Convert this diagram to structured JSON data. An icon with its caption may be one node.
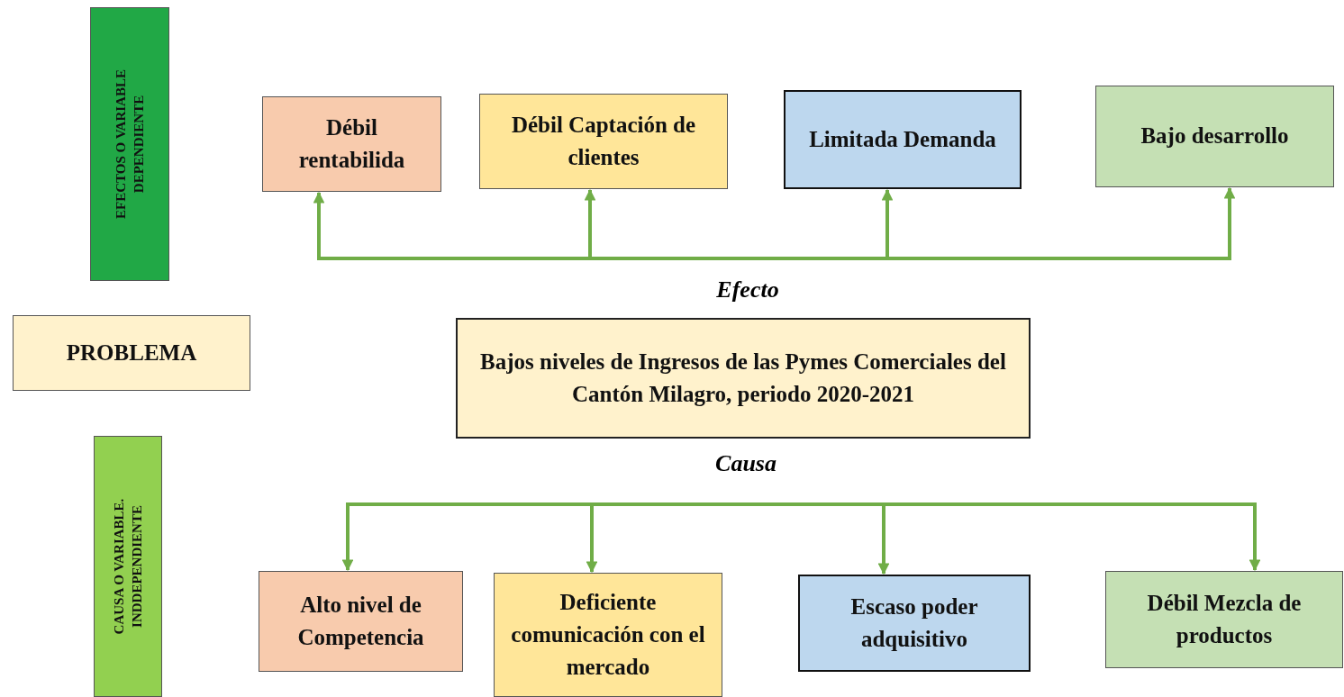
{
  "diagram": {
    "nodes": [
      {
        "text": [
          "EFECTOS O VARIABLE DEPENDIENTE"
        ]
      },
      {
        "text": [
          "Débil rentabilida"
        ]
      },
      {
        "text": [
          "Débil Captación de clientes"
        ]
      },
      {
        "text": [
          "Limitada Demanda"
        ]
      },
      {
        "text": [
          "Bajo desarrollo"
        ]
      },
      {
        "text": [
          "PROBLEMA"
        ]
      },
      {
        "text": [
          "Bajos niveles de Ingresos de las Pymes Comerciales del Cantón Milagro, periodo 2020-2021"
        ]
      },
      {
        "text": [
          "CAUSA O VARIABLE. INDDEPENDIENTE"
        ]
      },
      {
        "text": [
          "Alto nivel de Competencia"
        ]
      },
      {
        "text": [
          "Deficiente comunicación con el mercado"
        ]
      },
      {
        "text": [
          "Escaso poder adquisitivo"
        ]
      },
      {
        "text": [
          "Débil Mezcla de productos"
        ]
      }
    ],
    "edges": [
      {
        "from": null,
        "to": 1,
        "arrow": "to"
      },
      {
        "from": null,
        "to": 2,
        "arrow": "to"
      },
      {
        "from": null,
        "to": 3,
        "arrow": "to"
      },
      {
        "from": null,
        "to": 4,
        "arrow": "to"
      },
      {
        "from": null,
        "to": 8,
        "arrow": "to"
      },
      {
        "from": null,
        "to": 9,
        "arrow": "to"
      },
      {
        "from": null,
        "to": 10,
        "arrow": "to"
      },
      {
        "from": null,
        "to": 11,
        "arrow": "to"
      }
    ],
    "labels": [
      "Efecto",
      "Causa"
    ]
  }
}
